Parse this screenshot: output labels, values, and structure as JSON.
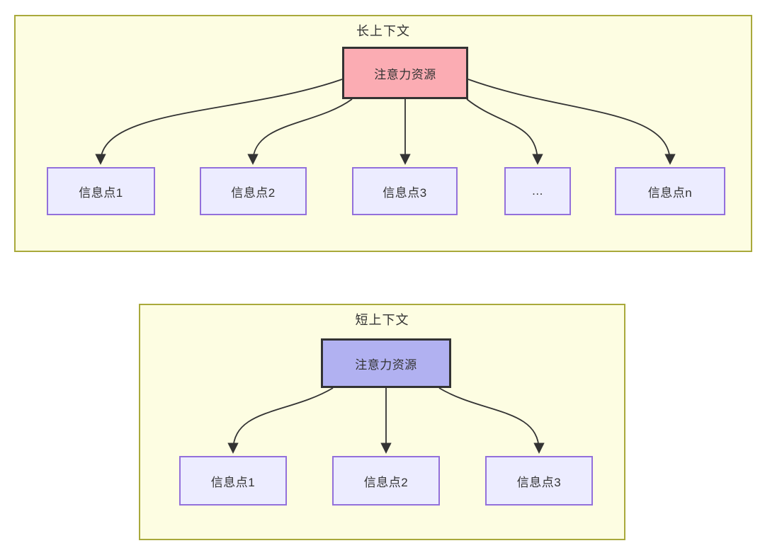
{
  "diagram": {
    "long_context": {
      "title": "长上下文",
      "attention_label": "注意力资源",
      "nodes": [
        {
          "label": "信息点1"
        },
        {
          "label": "信息点2"
        },
        {
          "label": "信息点3"
        },
        {
          "label": "..."
        },
        {
          "label": "信息点n"
        }
      ]
    },
    "short_context": {
      "title": "短上下文",
      "attention_label": "注意力资源",
      "nodes": [
        {
          "label": "信息点1"
        },
        {
          "label": "信息点2"
        },
        {
          "label": "信息点3"
        }
      ]
    },
    "colors": {
      "panel_fill": "#FDFDE2",
      "panel_border": "#A9A93B",
      "node_fill": "#ECECFF",
      "node_border": "#9370DB",
      "attention_long_fill": "#FBACB3",
      "attention_short_fill": "#B1B1F1",
      "attention_border": "#333333",
      "edge_color": "#333333",
      "text_color": "#333333"
    }
  }
}
